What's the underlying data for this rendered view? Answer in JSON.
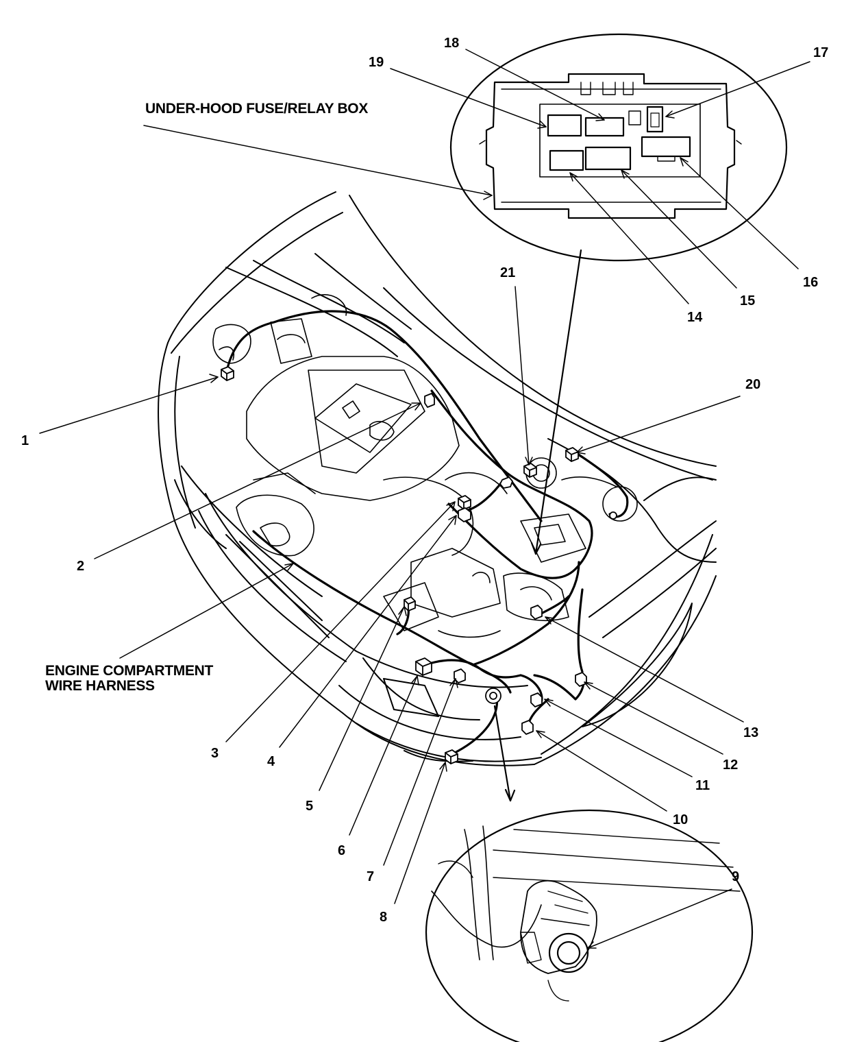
{
  "labels": {
    "fuse_box": "UNDER-HOOD FUSE/RELAY BOX",
    "harness_line1": "ENGINE COMPARTMENT",
    "harness_line2": "WIRE HARNESS"
  },
  "callouts": [
    "1",
    "2",
    "3",
    "4",
    "5",
    "6",
    "7",
    "8",
    "9",
    "10",
    "11",
    "12",
    "13",
    "14",
    "15",
    "16",
    "17",
    "18",
    "19",
    "20",
    "21"
  ]
}
